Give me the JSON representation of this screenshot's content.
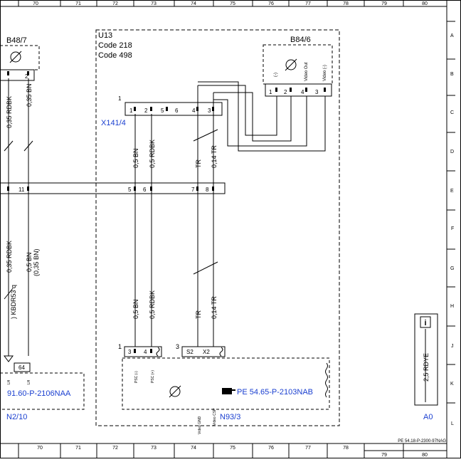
{
  "grid": {
    "top_columns": [
      "70",
      "71",
      "72",
      "73",
      "74",
      "75",
      "76",
      "77",
      "78",
      "79",
      "80"
    ],
    "bottom_columns": [
      "70",
      "71",
      "72",
      "73",
      "74",
      "75",
      "76",
      "77",
      "78",
      "79",
      "80"
    ],
    "rows": [
      "A",
      "B",
      "C",
      "D",
      "E",
      "F",
      "G",
      "H",
      "J",
      "K",
      "L"
    ]
  },
  "components": {
    "b48_7": "B48/7",
    "u13_title": "U13",
    "u13_code1": "Code 218",
    "u13_code2": "Code 498",
    "b84_6": "B84/6",
    "x141_4": "X141/4",
    "n2_10": "N2/10",
    "n93_3": "N93/3",
    "a0": "A0"
  },
  "b84_pins": {
    "p1": "1",
    "p2": "2",
    "p3": "4",
    "p4": "3",
    "label_minus": "(-)",
    "label_video_out": "Video Out",
    "label_video_minus": "Video (-)"
  },
  "x141_pins": {
    "marker": "1",
    "p1": "1",
    "p2": "2",
    "p5": "5",
    "p6": "6",
    "p4": "4",
    "p3": "3"
  },
  "b48_pins": {
    "p2": "2"
  },
  "connector_row": {
    "p11": "11",
    "p5": "5",
    "p6": "6",
    "p7": "7",
    "p8": "8"
  },
  "wires": {
    "left_rdbk": "0,35 RDBK",
    "left_bn": "0,35 BN",
    "left_bn_lower": "0,5 BN",
    "left_bn_paren": "(0,35 BN)",
    "left_rdbk_cut": "0,35 RDBK",
    "left_kbdr": ") KBDR53 q",
    "w_bn_upper": "0,5 BN",
    "w_rdbk_upper": "0,5 RDBK",
    "w_tr_upper": "TR",
    "w_014_upper": "0,14 TR",
    "w_bn_lower": "0,5 BN",
    "w_rdbk_lower": "0,5 RDBK",
    "w_tr_lower": "TR",
    "w_014_lower": "0,14 TR"
  },
  "n93_pins": {
    "marker1": "1",
    "p3": "3",
    "p4": "4",
    "marker3": "3",
    "s2": "S2",
    "x2": "X2",
    "psc_minus": "PSC (-)",
    "psc_plus": "PSC (+)",
    "video_gnd": "Video GND",
    "video_csp": "Video CSP",
    "ref_text": "PE 54.65-P-2103NAB"
  },
  "n2_pins": {
    "p64": "64",
    "lh1": "LH",
    "lh2": "LH",
    "ref_text": "91.60-P-2106NAA"
  },
  "a0_box": {
    "wire": "2,5 RDYE",
    "info_icon": "i"
  },
  "footer": {
    "doc_ref": "PE 54.18-P-2300-97NAG"
  }
}
